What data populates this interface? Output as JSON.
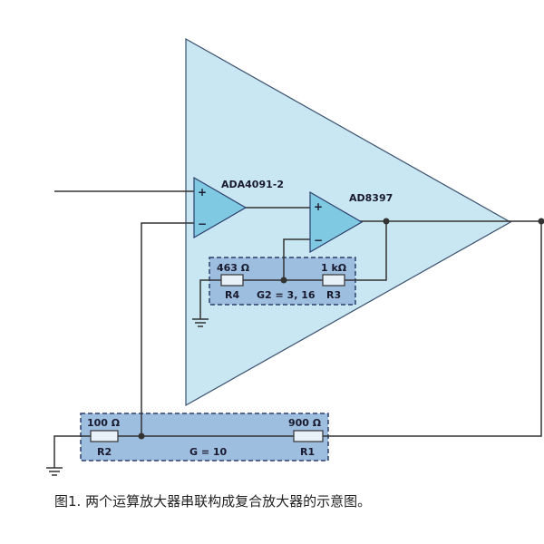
{
  "opamps": {
    "first": {
      "label": "ADA4091-2",
      "plus": "+",
      "minus": "−"
    },
    "second": {
      "label": "AD8397",
      "plus": "+",
      "minus": "−"
    }
  },
  "inner_network": {
    "r4_value": "463 Ω",
    "r4_name": "R4",
    "r3_value": "1 kΩ",
    "r3_name": "R3",
    "gain": "G2 = 3, 16"
  },
  "outer_network": {
    "r2_value": "100 Ω",
    "r2_name": "R2",
    "r1_value": "900 Ω",
    "r1_name": "R1",
    "gain": "G = 10"
  },
  "caption": "图1. 两个运算放大器串联构成复合放大器的示意图。",
  "colors": {
    "composite_fill": "#c8e7f2",
    "opamp_fill": "#7fcae2",
    "network_fill": "#9dbedf",
    "network_border": "#2c3e6b",
    "wire": "#333333"
  }
}
